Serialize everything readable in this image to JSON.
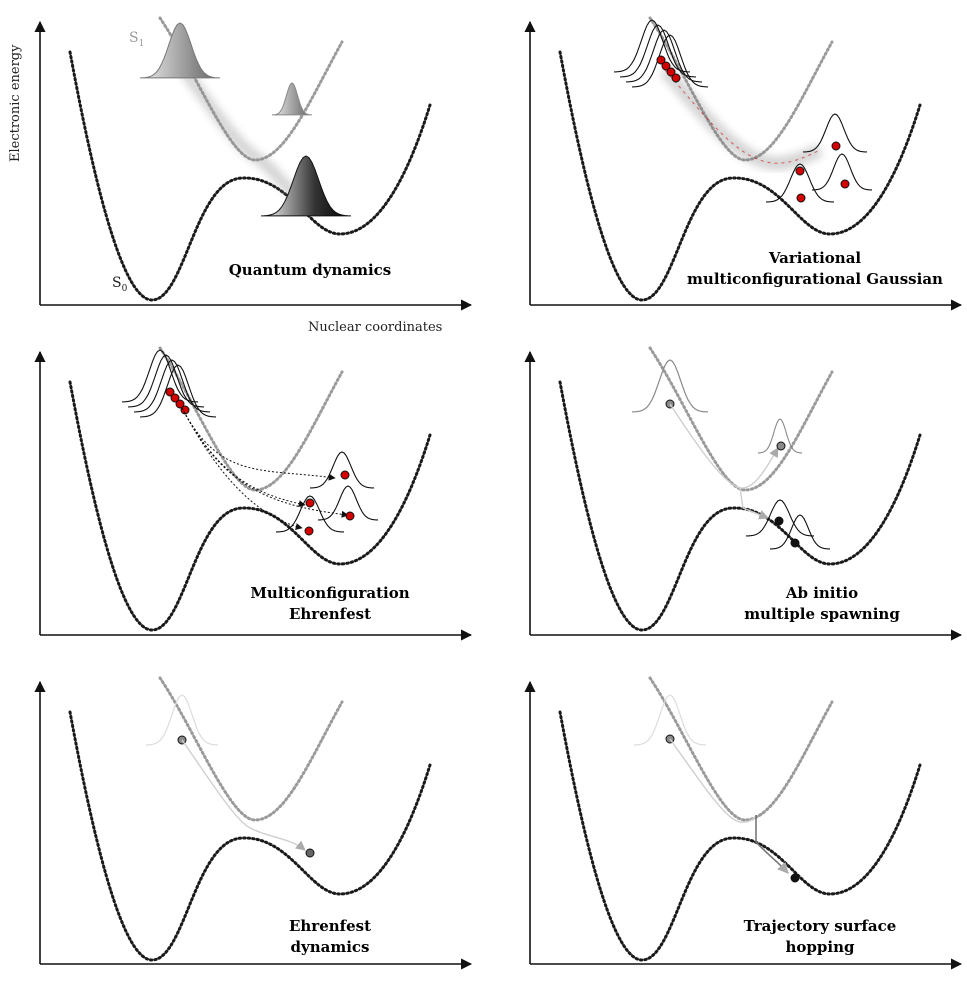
{
  "axes": {
    "ylabel": "Electronic energy",
    "xlabel": "Nuclear coordinates"
  },
  "states": {
    "excited": {
      "letter": "S",
      "sub": "1"
    },
    "ground": {
      "letter": "S",
      "sub": "0"
    }
  },
  "panels": [
    {
      "id": "quantum-dynamics",
      "title_lines": [
        "Quantum dynamics"
      ]
    },
    {
      "id": "vmcg",
      "title_lines": [
        "Variational",
        "multiconfigurational Gaussian"
      ]
    },
    {
      "id": "mce",
      "title_lines": [
        "Multiconfiguration",
        "Ehrenfest"
      ]
    },
    {
      "id": "aims",
      "title_lines": [
        "Ab initio",
        "multiple spawning"
      ]
    },
    {
      "id": "ehrenfest",
      "title_lines": [
        "Ehrenfest",
        "dynamics"
      ]
    },
    {
      "id": "tsh",
      "title_lines": [
        "Trajectory surface",
        "hopping"
      ]
    }
  ],
  "colors": {
    "ground_curve": "#1a1a1a",
    "excited_curve": "#9a9a9a",
    "trajectory_red": "#d40000",
    "grey_wavepacket": "#8a8a8a",
    "light_wavepacket": "#cfcfcf"
  }
}
